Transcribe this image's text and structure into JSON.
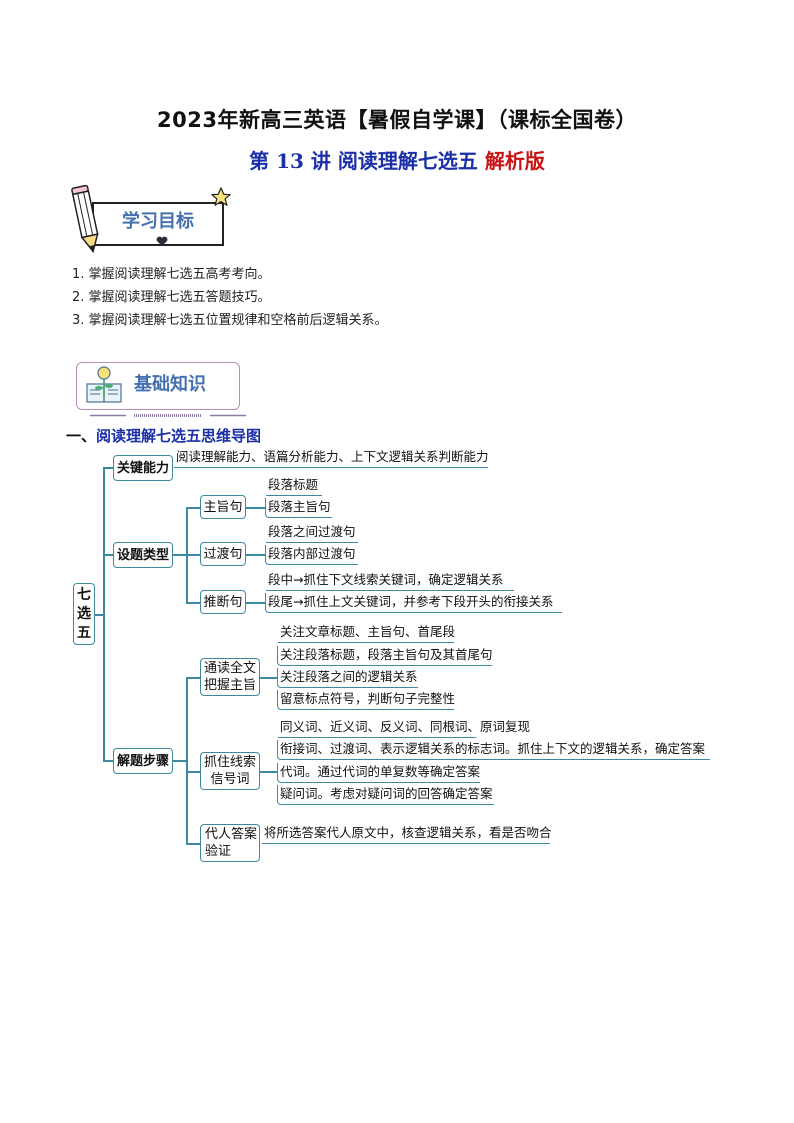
{
  "header": {
    "title": "2023年新高三英语【暑假自学课】（课标全国卷）",
    "subtitle_part1": "第 13 讲  阅读理解七选五 ",
    "subtitle_part2": "解析版"
  },
  "section_goals": {
    "banner_label": "学习目标",
    "icons": [
      "pencil-icon",
      "star-icon",
      "heart-icon"
    ],
    "items": [
      "1. 掌握阅读理解七选五高考考向。",
      "2. 掌握阅读理解七选五答题技巧。",
      "3. 掌握阅读理解七选五位置规律和空格前后逻辑关系。"
    ]
  },
  "section_basics": {
    "banner_label": "基础知识",
    "icons": [
      "book-lightbulb-icon"
    ],
    "heading_num": "一、",
    "heading": "阅读理解七选五思维导图"
  },
  "mindmap": {
    "root": "七\n选\n五",
    "root_chars": [
      "七",
      "选",
      "五"
    ],
    "colors": {
      "line": "#3d8aa0"
    },
    "branches": [
      {
        "label": "关键能力",
        "leaf": "阅读理解能力、语篇分析能力、上下文逻辑关系判断能力"
      },
      {
        "label": "设题类型",
        "children": [
          {
            "label": "主旨句",
            "leaves": [
              "段落标题",
              "段落主旨句"
            ]
          },
          {
            "label": "过渡句",
            "leaves": [
              "段落之间过渡句",
              "段落内部过渡句"
            ]
          },
          {
            "label": "推断句",
            "leaves": [
              "段中→抓住下文线索关键词，确定逻辑关系",
              "段尾→抓住上文关键词，并参考下段开头的衔接关系"
            ]
          }
        ]
      },
      {
        "label": "解题步骤",
        "children": [
          {
            "label_l1": "通读全文",
            "label_l2": "把握主旨",
            "leaves": [
              "关注文章标题、主旨句、首尾段",
              "关注段落标题，段落主旨句及其首尾句",
              "关注段落之间的逻辑关系",
              "留意标点符号，判断句子完整性"
            ]
          },
          {
            "label_l1": "抓住线索",
            "label_l2": "信号词",
            "leaves": [
              "同义词、近义词、反义词、同根词、原词复现",
              "衔接词、过渡词、表示逻辑关系的标志词。抓住上下文的逻辑关系，确定答案",
              "代词。通过代词的单复数等确定答案",
              "疑问词。考虑对疑问词的回答确定答案"
            ]
          },
          {
            "label_l1": "代人答案",
            "label_l2": "验证",
            "leaves": [
              "将所选答案代人原文中，核查逻辑关系，看是否吻合"
            ]
          }
        ]
      }
    ]
  }
}
